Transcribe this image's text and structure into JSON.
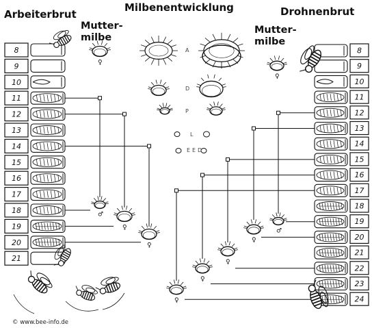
{
  "title": "Milbenentwicklung",
  "left_column": {
    "title": "Arbeiterbrut",
    "subtitle": "Mutter-\nmilbe",
    "days": [
      "8",
      "9",
      "10",
      "11",
      "12",
      "13",
      "14",
      "15",
      "16",
      "17",
      "18",
      "19",
      "20",
      "21"
    ]
  },
  "right_column": {
    "title": "Drohnenbrut",
    "subtitle": "Mutter-\nmilbe",
    "days": [
      "8",
      "9",
      "10",
      "11",
      "12",
      "13",
      "14",
      "15",
      "16",
      "17",
      "18",
      "19",
      "20",
      "21",
      "22",
      "23",
      "24"
    ]
  },
  "center_stage_labels": [
    "A",
    "D",
    "P",
    "L",
    "E",
    "E",
    "D"
  ],
  "symbols": {
    "female": "♀",
    "male": "♂"
  },
  "copyright": "© www.bee-info.de"
}
